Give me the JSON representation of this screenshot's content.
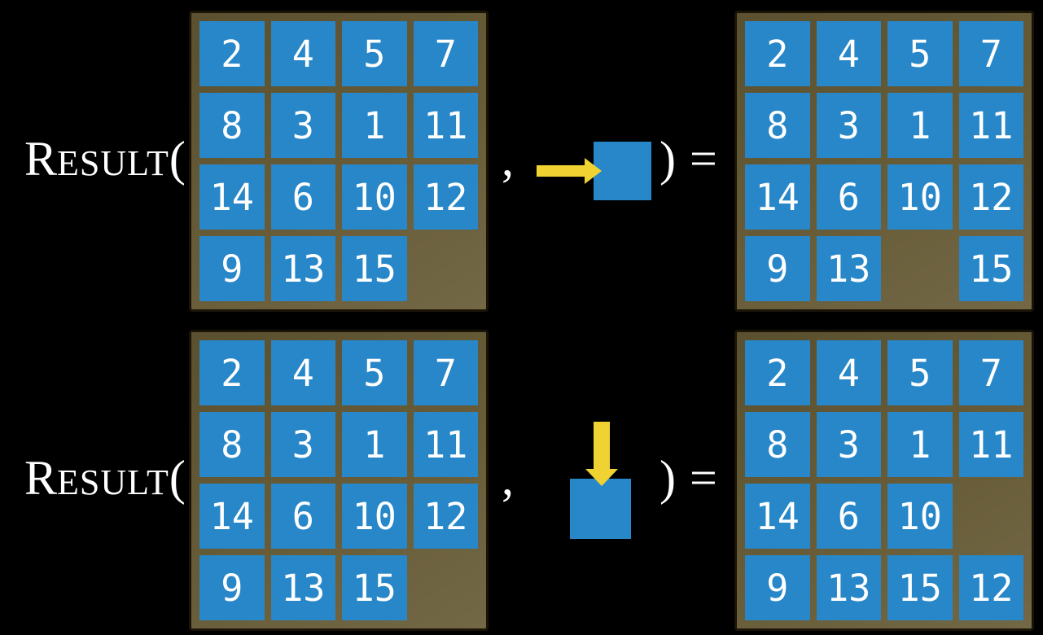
{
  "colors": {
    "background": "#000000",
    "board_brown": "#655934",
    "board_border": "#1a1408",
    "tile_blue": "#2787c8",
    "number_white": "#ffffff",
    "arrow_yellow": "#f0d232"
  },
  "formula": {
    "function_cap": "R",
    "function_rest": "ESULT",
    "open_paren": "(",
    "comma": ",",
    "close_paren": ")",
    "equals": "="
  },
  "examples": [
    {
      "input_grid": [
        [
          "2",
          "4",
          "5",
          "7"
        ],
        [
          "8",
          "3",
          "1",
          "11"
        ],
        [
          "14",
          "6",
          "10",
          "12"
        ],
        [
          "9",
          "13",
          "15",
          ""
        ]
      ],
      "action": {
        "direction": "right",
        "icon": "arrow-right-icon"
      },
      "output_grid": [
        [
          "2",
          "4",
          "5",
          "7"
        ],
        [
          "8",
          "3",
          "1",
          "11"
        ],
        [
          "14",
          "6",
          "10",
          "12"
        ],
        [
          "9",
          "13",
          "",
          "15"
        ]
      ]
    },
    {
      "input_grid": [
        [
          "2",
          "4",
          "5",
          "7"
        ],
        [
          "8",
          "3",
          "1",
          "11"
        ],
        [
          "14",
          "6",
          "10",
          "12"
        ],
        [
          "9",
          "13",
          "15",
          ""
        ]
      ],
      "action": {
        "direction": "down",
        "icon": "arrow-down-icon"
      },
      "output_grid": [
        [
          "2",
          "4",
          "5",
          "7"
        ],
        [
          "8",
          "3",
          "1",
          "11"
        ],
        [
          "14",
          "6",
          "10",
          ""
        ],
        [
          "9",
          "13",
          "15",
          "12"
        ]
      ]
    }
  ]
}
